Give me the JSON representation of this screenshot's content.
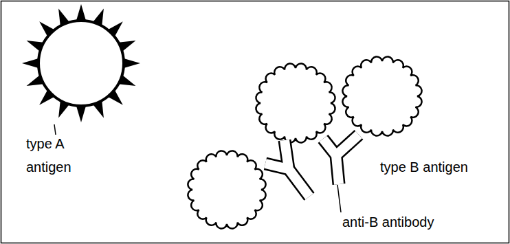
{
  "diagram": {
    "labels": [
      "type A antigen",
      "type B antigen",
      "anti-B antibody"
    ]
  }
}
